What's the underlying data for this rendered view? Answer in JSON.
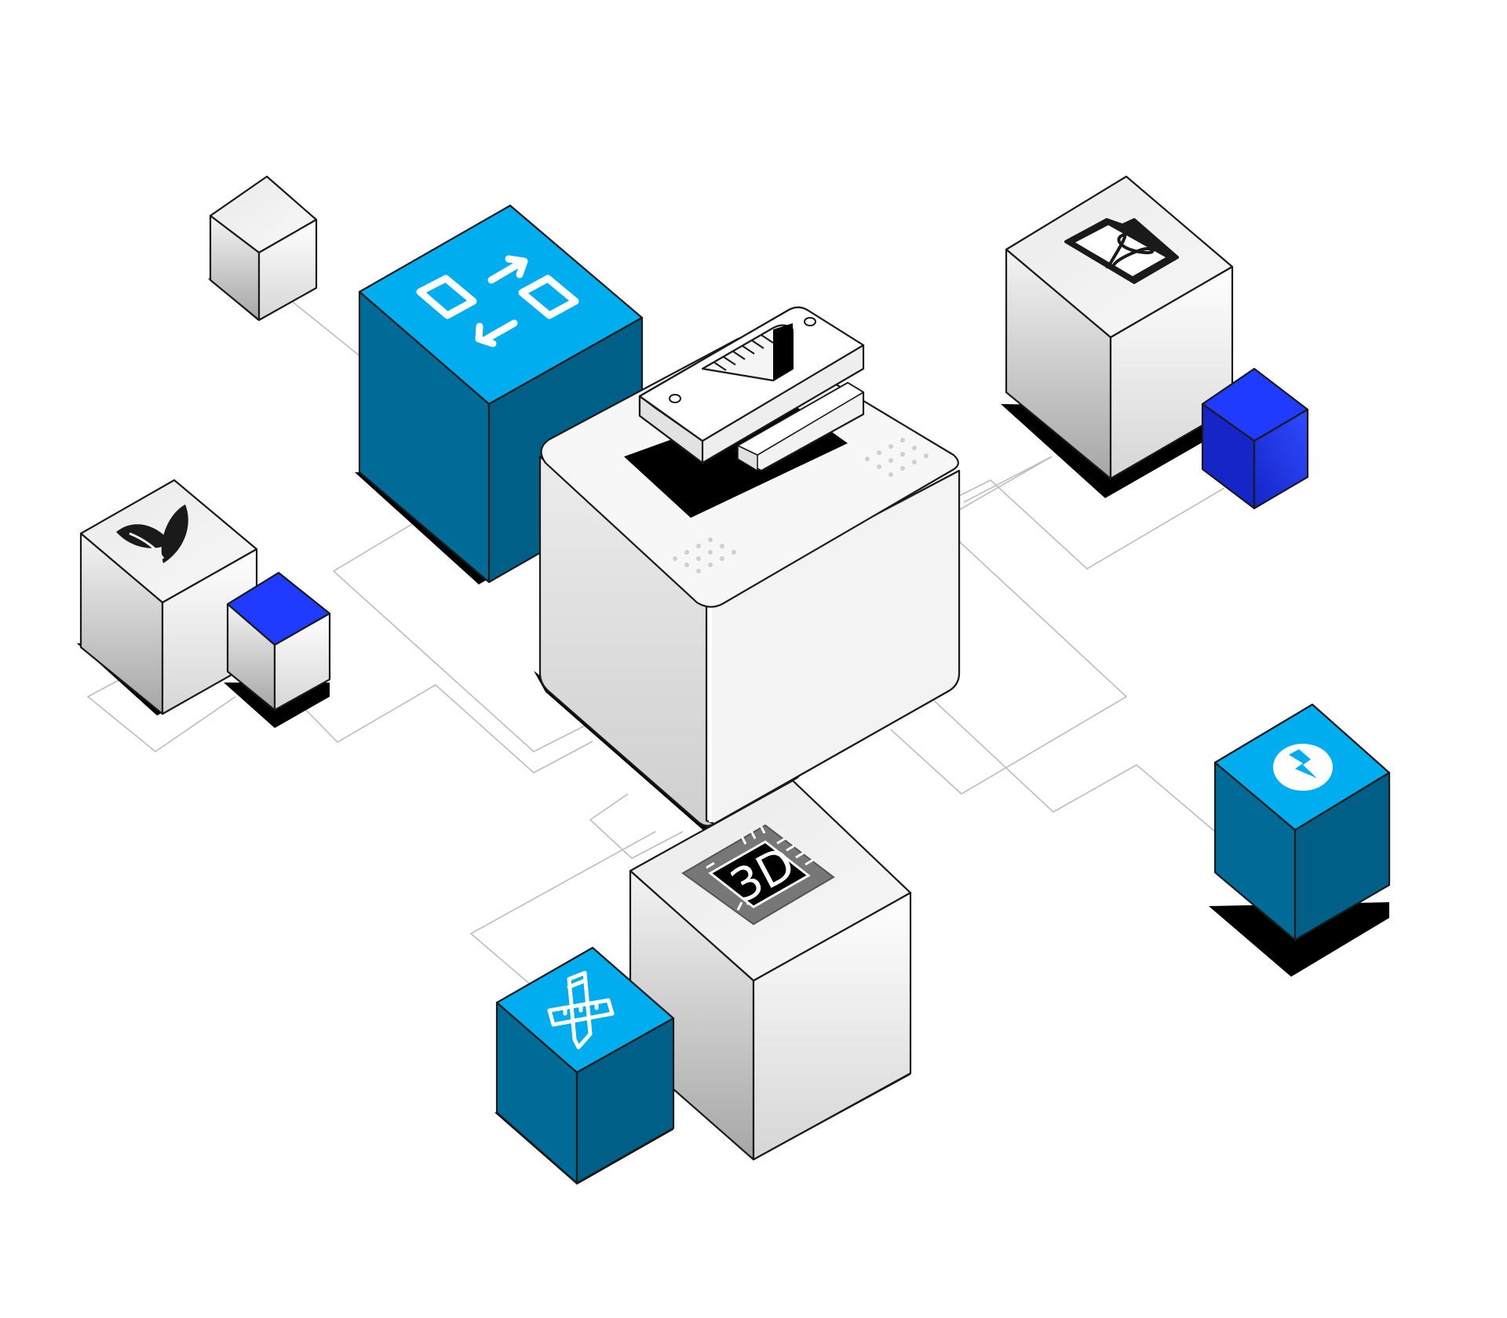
{
  "scene": {
    "colors": {
      "background": "#ffffff",
      "connector": "#bdbdbd",
      "outline": "#1a1a1a",
      "accent_blue_top": "#00aeef",
      "accent_blue_side": "#006b96",
      "accent_blue_right": "#005f86",
      "indigo_top": "#1f3bff",
      "indigo_side": "#1525c8",
      "grey_light": "#f4f4f4",
      "grey_dark": "#a6a6a6",
      "shadow": "#000000"
    },
    "center_device": {
      "icon": "3d-printer-icon"
    },
    "tiles": [
      {
        "id": "workflow",
        "icon": "workflow-arrows-icon",
        "style": "blue"
      },
      {
        "id": "pdf",
        "icon": "pdf-file-icon",
        "style": "grey"
      },
      {
        "id": "leaf",
        "icon": "leaf-icon",
        "style": "grey"
      },
      {
        "id": "lightning",
        "icon": "lightning-bolt-icon",
        "style": "blue"
      },
      {
        "id": "chip",
        "icon": "chip-icon",
        "style": "grey",
        "label": "3D"
      },
      {
        "id": "design",
        "icon": "pencil-ruler-icon",
        "style": "blue"
      },
      {
        "id": "small-plain",
        "icon": "",
        "style": "grey"
      },
      {
        "id": "indigo-right",
        "icon": "",
        "style": "indigo"
      },
      {
        "id": "indigo-left",
        "icon": "",
        "style": "indigo"
      }
    ]
  }
}
